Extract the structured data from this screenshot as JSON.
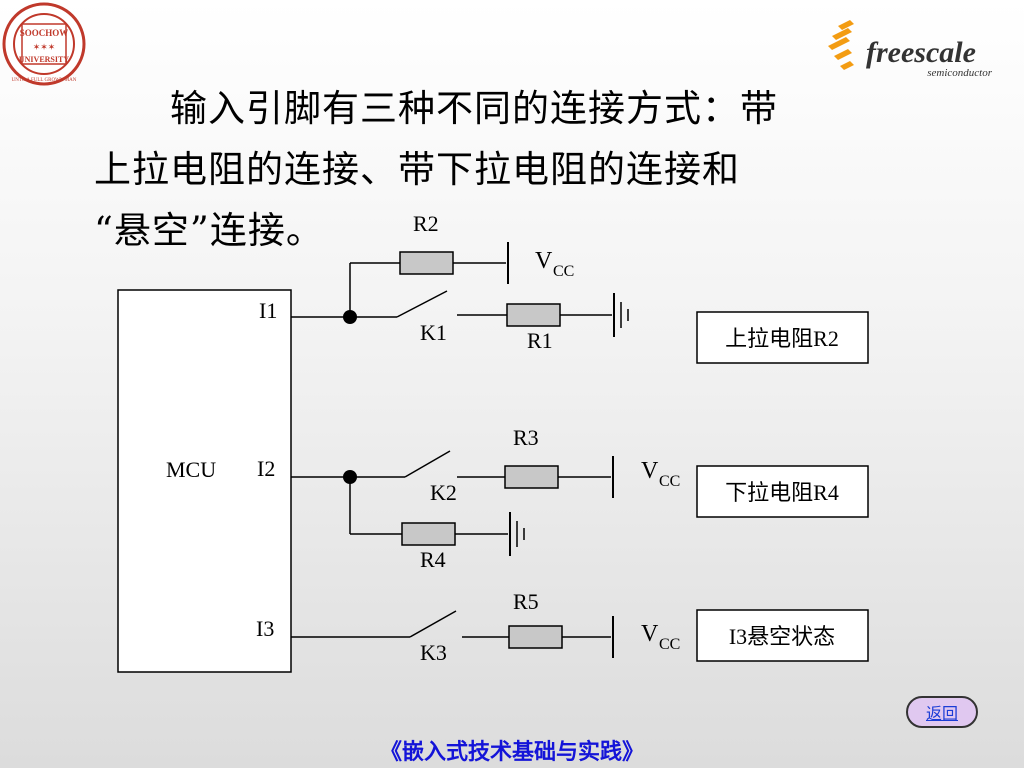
{
  "header": {
    "right_logo": {
      "icon": "freescale-chevrons-icon",
      "brand": "freescale",
      "sub": "semiconductor",
      "accent": "#f39c12",
      "text_color": "#333333"
    },
    "left_logo": {
      "icon": "soochow-university-seal-icon",
      "text_top": "SOOCHOW",
      "text_mid": "UNIVERSITY",
      "text_ring": "UNTO A FULL GROWN MAN",
      "color": "#c0392b"
    }
  },
  "title": {
    "line1": "　　输入引脚有三种不同的连接方式：带",
    "line2": "上拉电阻的连接、带下拉电阻的连接和",
    "line3": "“悬空”连接。"
  },
  "diagram": {
    "mcu_label": "MCU",
    "pins": {
      "i1": "I1",
      "i2": "I2",
      "i3": "I3"
    },
    "resistors": {
      "r1": "R1",
      "r2": "R2",
      "r3": "R3",
      "r4": "R4",
      "r5": "R5"
    },
    "switches": {
      "k1": "K1",
      "k2": "K2",
      "k3": "K3"
    },
    "vcc": {
      "main": "V",
      "sub": "CC"
    },
    "boxes": {
      "pullup": "上拉电阻R2",
      "pulldown": "下拉电阻R4",
      "floating": "I3悬空状态"
    },
    "resistor_fill": "#c8c8c8"
  },
  "nav": {
    "back": "返回"
  },
  "footer": {
    "text": "《嵌入式技术基础与实践》"
  }
}
